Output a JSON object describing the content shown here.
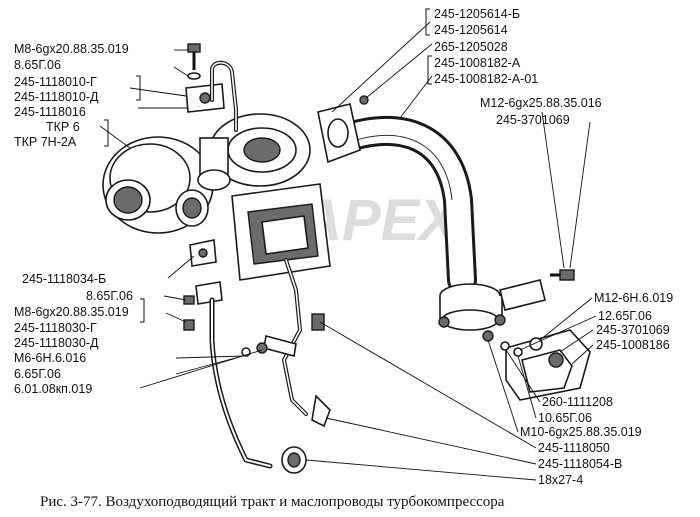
{
  "watermark": "APEX",
  "caption": "Рис. 3-77. Воздухоподводящий тракт и маслопроводы турбокомпрессора",
  "labels": [
    "245-1205614-Б",
    "245-1205614",
    "265-1205028",
    "245-1008182-А",
    "245-1008182-А-01",
    "М12-6gx25.88.35.016",
    "245-3701069",
    "М8-6gx20.88.35.019",
    "8.65Г.06",
    "245-1118010-Г",
    "245-1118010-Д",
    "245-1118016",
    "ТКР 6",
    "ТКР 7Н-2А",
    "245-1118034-Б",
    "8.65Г.06",
    "М8-6gx20.88.35.019",
    "245-1118030-Г",
    "245-1118030-Д",
    "М6-6Н.6.016",
    "6.65Г.06",
    "6.01.08кп.019",
    "М12-6Н.6.019",
    "12.65Г.06",
    "245-3701069",
    "245-1008186",
    "260-1111208",
    "10.65Г.06",
    "М10-6gx25.88.35.019",
    "245-1118050",
    "245-1118054-В",
    "18x27-4"
  ]
}
